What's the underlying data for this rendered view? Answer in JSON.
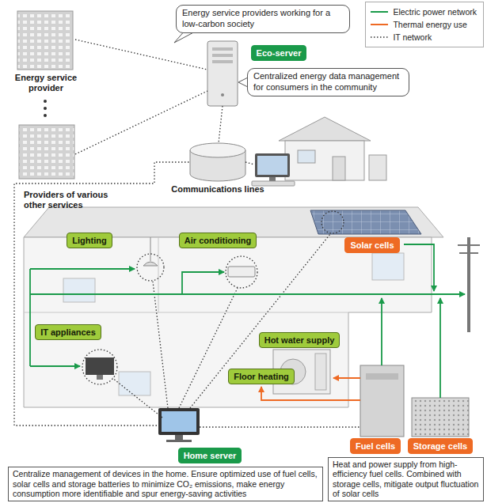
{
  "diagram": {
    "nodes": [
      {
        "text": [
          "Energy service providers working for a low-carbon society"
        ]
      },
      {
        "text": [
          "Eco-server"
        ]
      },
      {
        "text": [
          "Centralized energy data management for consumers in the community"
        ]
      },
      {
        "text": [
          "Lighting"
        ]
      },
      {
        "text": [
          "Air conditioning"
        ]
      },
      {
        "text": [
          "Solar cells"
        ]
      },
      {
        "text": [
          "IT appliances"
        ]
      },
      {
        "text": [
          "Hot water supply"
        ]
      },
      {
        "text": [
          "Floor heating"
        ]
      },
      {
        "text": [
          "Home server"
        ]
      },
      {
        "text": [
          "Fuel cells"
        ]
      },
      {
        "text": [
          "Storage cells"
        ]
      },
      {
        "text": [
          "Centralize management of devices in the home. Ensure optimized use of fuel cells, solar cells and storage batteries to minimize CO₂ emissions, make energy consumption more identifiable and spur energy-saving activities"
        ]
      },
      {
        "text": [
          "Heat and power supply from high-efficiency fuel cells. Combined with storage cells, mitigate output fluctuation of solar cells"
        ]
      }
    ],
    "labels": [
      "Energy service provider",
      "Providers of various other services",
      "Communications lines"
    ],
    "legend": [
      {
        "text": "Electric power network"
      },
      {
        "text": "Thermal energy use"
      },
      {
        "text": "IT network"
      }
    ]
  }
}
